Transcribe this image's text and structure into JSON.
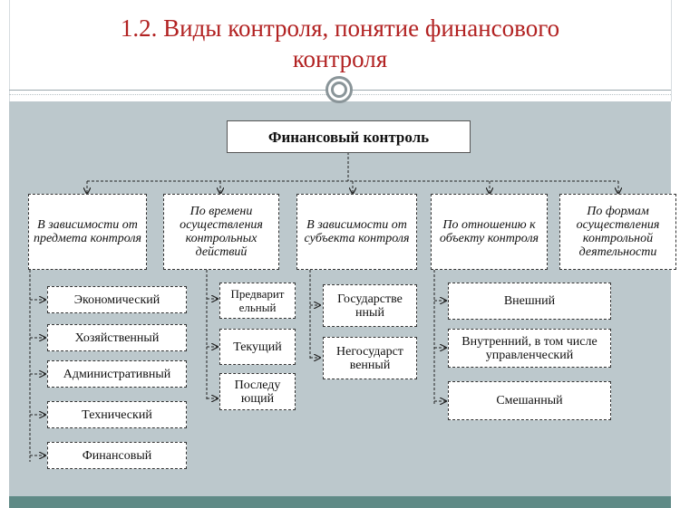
{
  "slide": {
    "title_line1": "1.2. Виды контроля, понятие финансового",
    "title_line2": "контроля"
  },
  "diagram": {
    "root": "Финансовый контроль",
    "categories": [
      "В зависимости от предмета контроля",
      "По времени осуществления контрольных действий",
      "В зависимости от субъекта контроля",
      "По отношению к объекту контроля",
      "По формам осуществления контрольной деятельности"
    ],
    "by_subject_matter": [
      "Экономический",
      "Хозяйственный",
      "Административный",
      "Технический",
      "Финансовый"
    ],
    "by_time": [
      "Предварит ельный",
      "Текущий",
      "Последу ющий"
    ],
    "by_actor": [
      "Государстве нный",
      "Негосударст венный"
    ],
    "by_object": [
      "Внешний",
      "Внутренний, в том числе управленческий",
      "Смешанный"
    ]
  },
  "colors": {
    "title": "#b22222",
    "panel": "#bcc8cc",
    "footer": "#5f8a86"
  }
}
